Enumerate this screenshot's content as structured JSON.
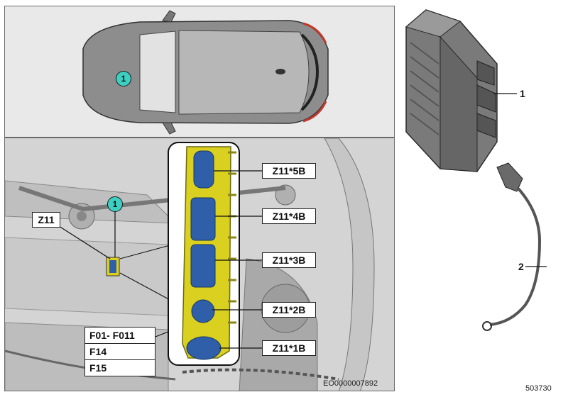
{
  "top_view": {
    "callout": "1"
  },
  "detail_view": {
    "callout": "1",
    "component_label": "Z11",
    "connectors": [
      "Z11*5B",
      "Z11*4B",
      "Z11*3B",
      "Z11*2B",
      "Z11*1B"
    ],
    "fuses": [
      "F01- F011",
      "F14",
      "F15"
    ],
    "doc_code": "EO0000007892"
  },
  "parts": [
    {
      "number": "1"
    },
    {
      "number": "2"
    }
  ],
  "diagram_number": "503730",
  "colors": {
    "callout_fill": "#3ecfc3",
    "connector_carrier": "#d9d020",
    "connector_plug": "#2e5fa8"
  }
}
